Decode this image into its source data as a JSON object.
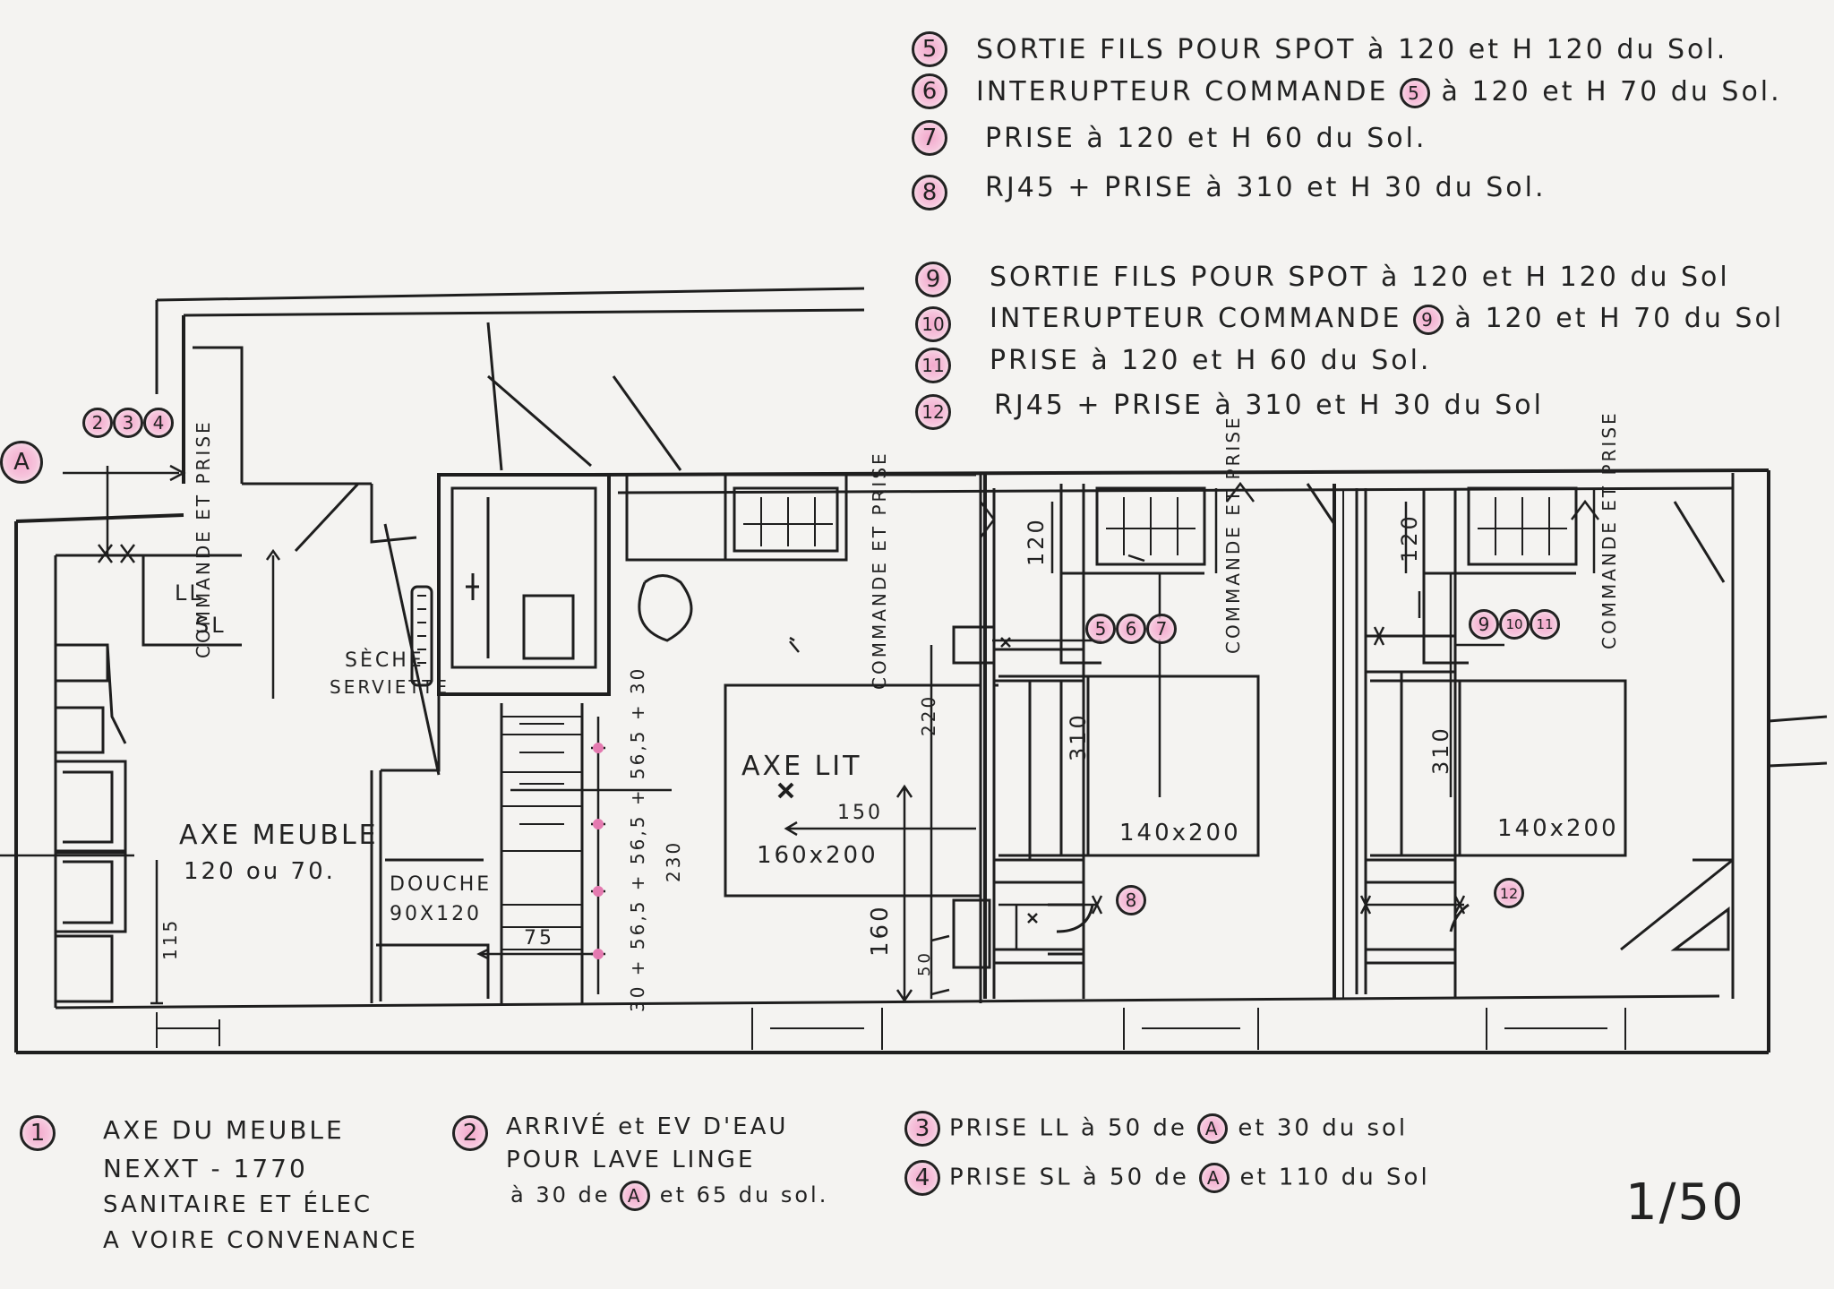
{
  "legend_top": [
    {
      "num": "5",
      "text": "SORTIE FILS POUR SPOT à 120 et H 120 du Sol."
    },
    {
      "num": "6",
      "text": "INTERUPTEUR COMMANDE",
      "ref": "5",
      "tail": "à 120 et H 70 du Sol."
    },
    {
      "num": "7",
      "text": "PRISE à 120 et H 60 du Sol."
    },
    {
      "num": "8",
      "text": "RJ45 + PRISE à 310 et H 30 du Sol."
    },
    {
      "num": "9",
      "text": "SORTIE FILS POUR SPOT à 120 et H 120 du Sol"
    },
    {
      "num": "10",
      "text": "INTERUPTEUR COMMANDE",
      "ref": "9",
      "tail": "à 120 et H 70 du Sol"
    },
    {
      "num": "11",
      "text": "PRISE à 120 et H 60 du Sol."
    },
    {
      "num": "12",
      "text": "RJ45 + PRISE à 310 et H 30 du Sol"
    }
  ],
  "legend_bottom": {
    "item1": {
      "num": "1",
      "lines": [
        "AXE DU MEUBLE",
        "NEXXT - 1770",
        "SANITAIRE ET ÉLEC",
        "A VOIRE CONVENANCE"
      ]
    },
    "item2": {
      "num": "2",
      "lines": [
        "ARRIVÉ et EV D'EAU",
        "POUR LAVE LINGE",
        "à 30 de",
        "et 65 du sol."
      ],
      "ref": "A"
    },
    "item3": {
      "num": "3",
      "text": "PRISE LL à 50 de",
      "ref": "A",
      "tail": "et 30 du sol"
    },
    "item4": {
      "num": "4",
      "text": "PRISE SL à 50 de",
      "ref": "A",
      "tail": "et 110 du Sol"
    }
  },
  "scale": "1/50",
  "ref_point": "A",
  "plan_labels": {
    "ll_sl_top": "LL",
    "ll_sl_bottom": "SL",
    "commande_prise_1": "COMMANDE ET PRISE",
    "seche_serviette_1": "SÈCHE",
    "seche_serviette_2": "SERVIETTE",
    "axe_meuble": "AXE MEUBLE",
    "axe_meuble_h": "120 ou 70.",
    "dim_115": "115",
    "douche_1": "DOUCHE",
    "douche_2": "90X120",
    "dim_75": "75",
    "stack_dims": "30 + 56,5 + 56,5 + 56,5 + 30",
    "dim_230": "230",
    "axe_lit": "AXE LIT",
    "bed1": "160x200",
    "dim_150": "150",
    "dim_220": "220",
    "dim_160": "160",
    "dim_50": "50",
    "commande_prise_2": "COMMANDE ET PRISE",
    "dim_120_a": "120",
    "dim_310_a": "310",
    "bed2": "140x200",
    "commande_prise_3": "COMMANDE ET PRISE",
    "dim_120_b": "120",
    "dim_310_b": "310",
    "bed3": "140x200",
    "cluster_1": [
      "2",
      "3",
      "4"
    ],
    "cluster_2": [
      "5",
      "6",
      "7"
    ],
    "cluster_3": [
      "9",
      "10",
      "11"
    ],
    "marker_8": "8",
    "marker_12": "12"
  }
}
